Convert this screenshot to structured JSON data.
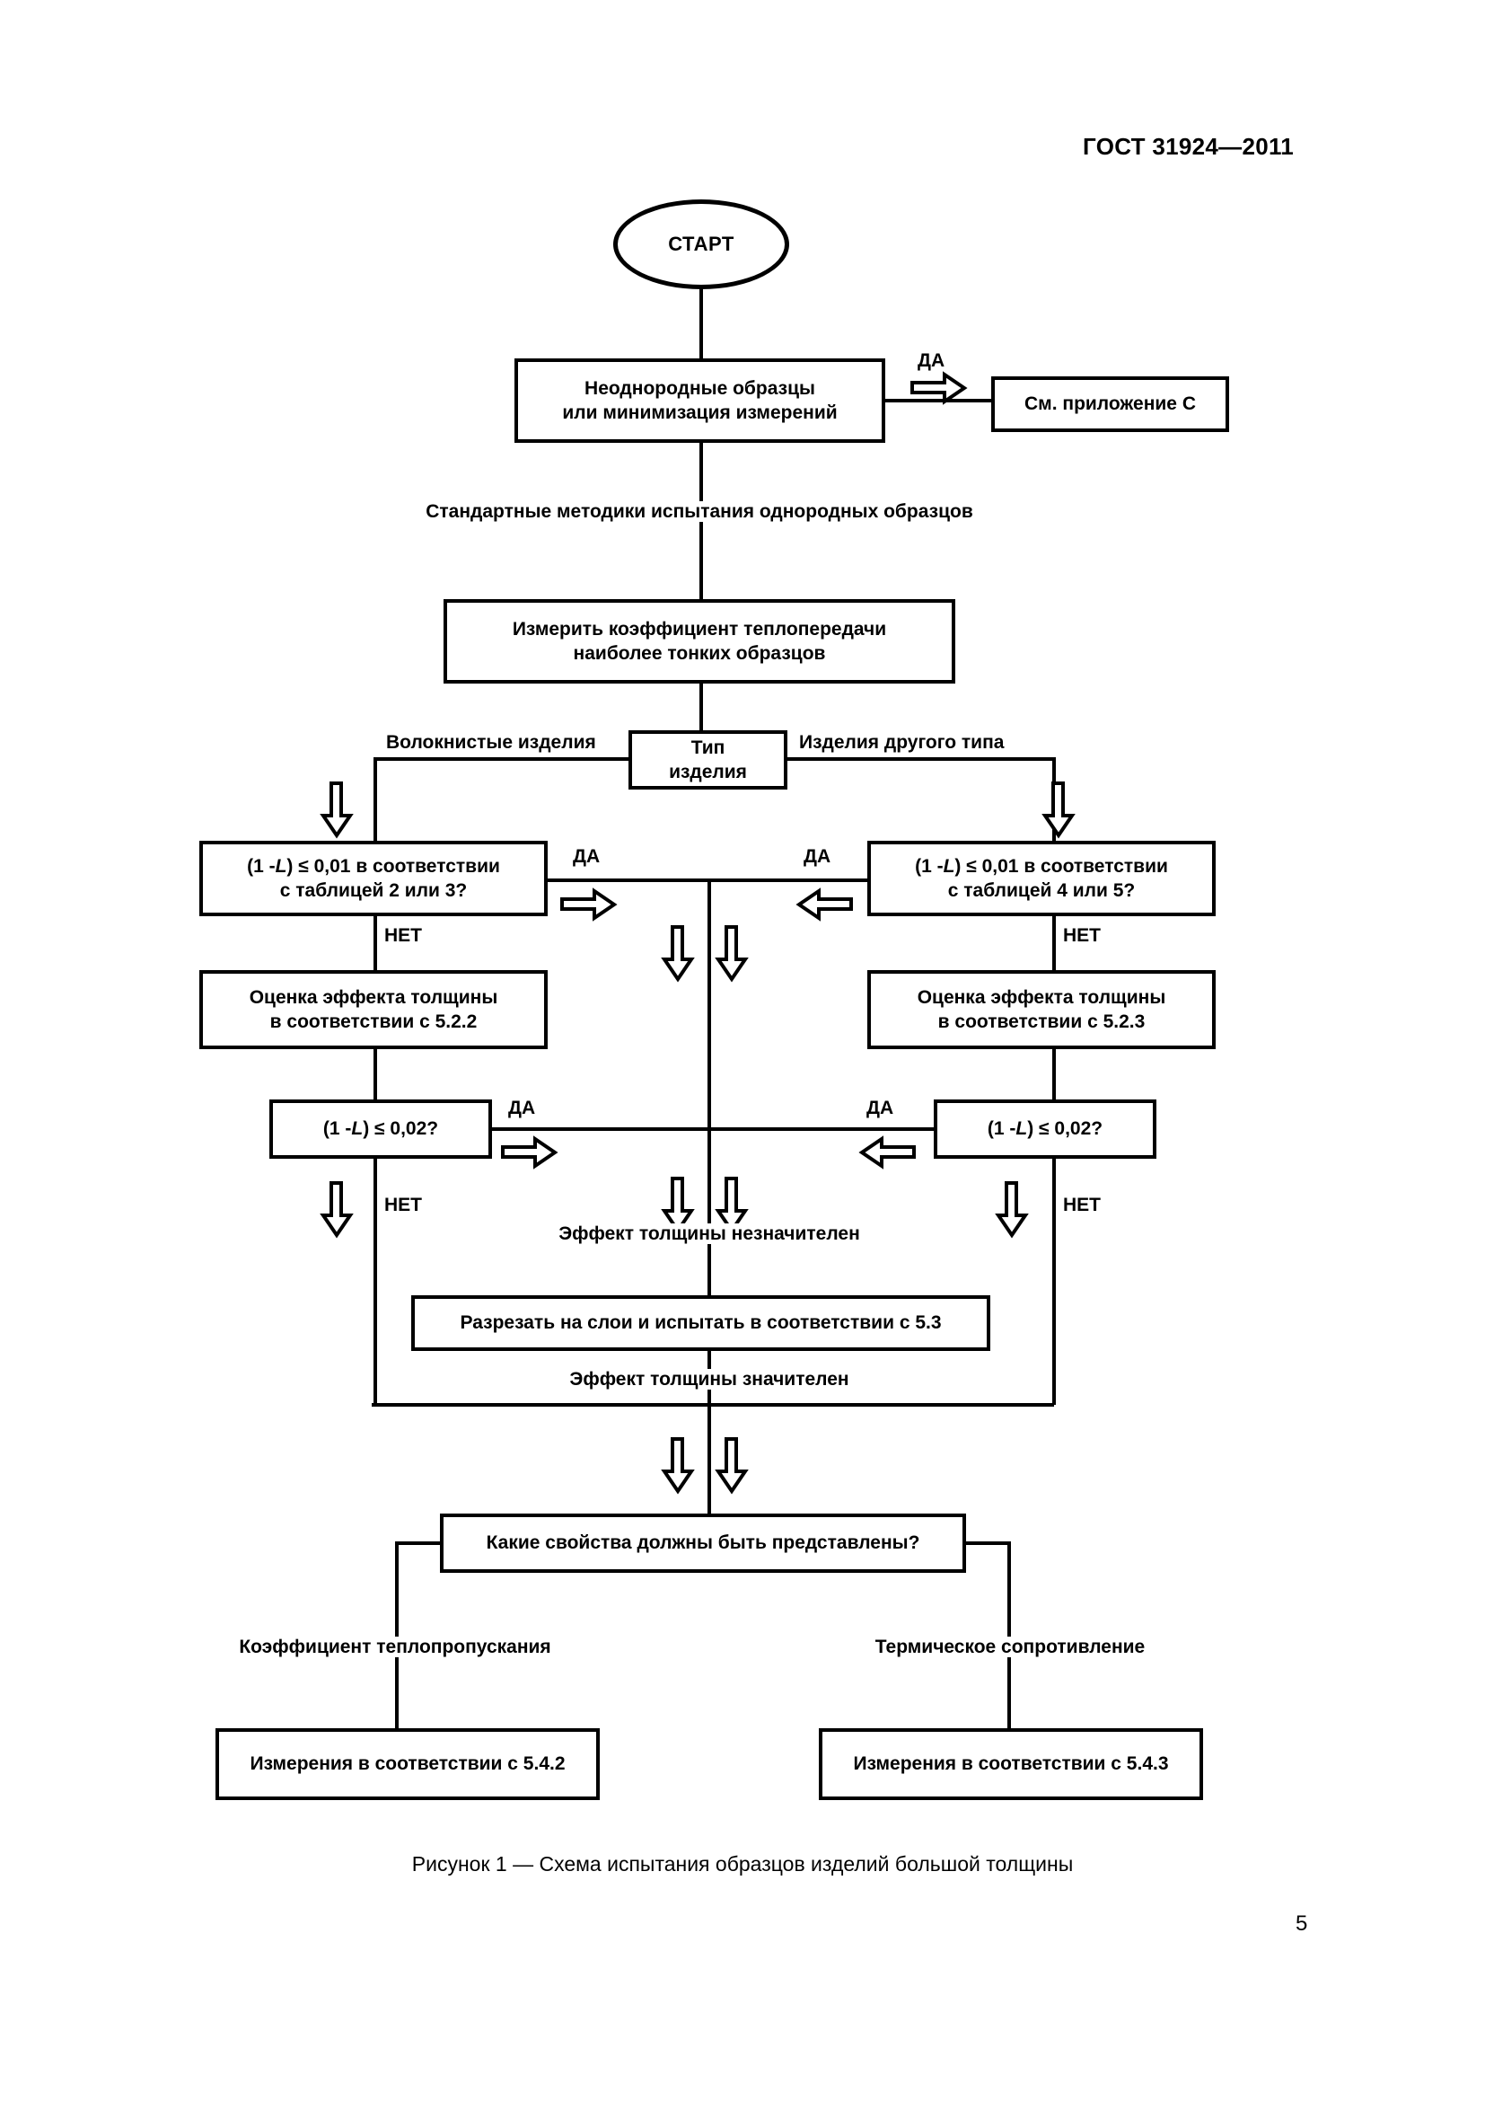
{
  "document": {
    "header": "ГОСТ 31924—2011",
    "page_number": "5",
    "caption": "Рисунок 1 — Схема испытания образцов изделий большой толщины"
  },
  "flowchart": {
    "title": "Схема испытания образцов изделий большой толщины",
    "start": {
      "label": "СТАРТ"
    },
    "nodes": {
      "inhomogeneous": {
        "line1": "Неоднородные образцы",
        "line2": "или минимизация измерений"
      },
      "annex_c": {
        "label": "См. приложение С"
      },
      "standard_methods": {
        "label": "Стандартные методики испытания однородных образцов"
      },
      "measure_coefficient": {
        "line1": "Измерить коэффициент теплопередачи",
        "line2": "наиболее тонких образцов"
      },
      "product_type": {
        "line1": "Тип",
        "line2": "изделия"
      },
      "fibrous_products": {
        "label": "Волокнистые изделия"
      },
      "other_products": {
        "label": "Изделия другого типа"
      },
      "cond_left_001": {
        "line1_prefix": "(1 - ",
        "line1_var": "L",
        "line1_suffix": ") ≤ 0,01 в соответствии",
        "line2": "с таблицей 2 или 3?"
      },
      "cond_right_001": {
        "line1_prefix": "(1 - ",
        "line1_var": "L",
        "line1_suffix": ") ≤ 0,01 в соответствии",
        "line2": "с таблицей 4 или 5?"
      },
      "eval_left_522": {
        "line1": "Оценка эффекта толщины",
        "line2": "в соответствии с 5.2.2"
      },
      "eval_right_523": {
        "line1": "Оценка эффекта толщины",
        "line2": "в соответствии с 5.2.3"
      },
      "cond_left_002": {
        "prefix": "(1 - ",
        "var": "L",
        "suffix": ") ≤ 0,02?"
      },
      "cond_right_002": {
        "prefix": "(1 - ",
        "var": "L",
        "suffix": ") ≤ 0,02?"
      },
      "effect_insignificant": {
        "label": "Эффект толщины незначителен"
      },
      "cut_layers": {
        "label": "Разрезать на слои и испытать в соответствии с 5.3"
      },
      "effect_significant": {
        "label": "Эффект толщины значителен"
      },
      "which_properties": {
        "label": "Какие свойства должны быть представлены?"
      },
      "thermal_transmittance": {
        "label": "Коэффициент теплопропускания"
      },
      "thermal_resistance": {
        "label": "Термическое сопротивление"
      },
      "measure_542": {
        "label": "Измерения в соответствии с 5.4.2"
      },
      "measure_543": {
        "label": "Измерения в соответствии с 5.4.3"
      }
    },
    "edge_labels": {
      "yes_top": "ДА",
      "yes_left_001": "ДА",
      "yes_right_001": "ДА",
      "no_left_001": "НЕТ",
      "no_right_001": "НЕТ",
      "yes_left_002": "ДА",
      "yes_right_002": "ДА",
      "no_left_002": "НЕТ",
      "no_right_002": "НЕТ"
    },
    "colors": {
      "stroke": "#000000",
      "background": "#ffffff",
      "text": "#000000"
    }
  }
}
